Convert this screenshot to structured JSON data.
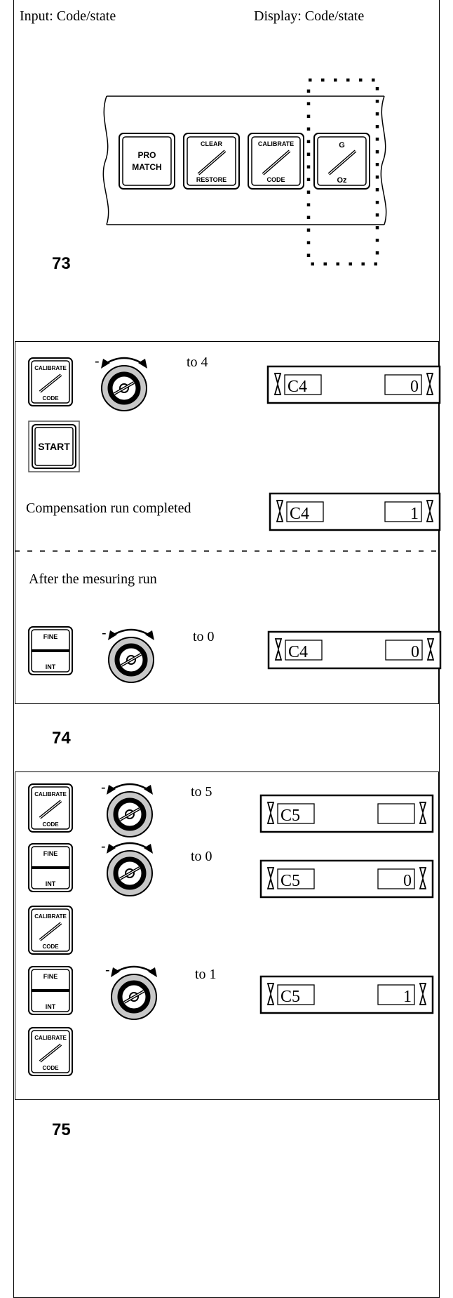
{
  "header": {
    "input_label": "Input: Code/state",
    "display_label": "Display: Code/state"
  },
  "fig73": {
    "number": "73",
    "keys": {
      "pro_match": [
        "PRO",
        "MATCH"
      ],
      "clear_top": "CLEAR",
      "clear_bottom": "RESTORE",
      "calibrate_top": "CALIBRATE",
      "calibrate_bottom": "CODE",
      "g_top": "G",
      "g_bottom": "Oz"
    }
  },
  "fig74": {
    "number": "74",
    "step1_text": "to 4",
    "display1": {
      "code": "C4",
      "value": "0"
    },
    "start_label": "START",
    "compensation_text": "Compensation run completed",
    "display2": {
      "code": "C4",
      "value": "1"
    },
    "after_text": "After the mesuring run",
    "step2_text": "to 0",
    "display3": {
      "code": "C4",
      "value": "0"
    }
  },
  "fig75": {
    "number": "75",
    "step1_text": "to 5",
    "display1": {
      "code": "C5",
      "value": ""
    },
    "step2_text": "to 0",
    "display2": {
      "code": "C5",
      "value": "0"
    },
    "step3_text": "to 1",
    "display3": {
      "code": "C5",
      "value": "1"
    }
  },
  "key_labels": {
    "calibrate_top": "CALIBRATE",
    "calibrate_bottom": "CODE",
    "fine_top": "FINE",
    "fine_bottom": "INT",
    "dash": "-"
  }
}
